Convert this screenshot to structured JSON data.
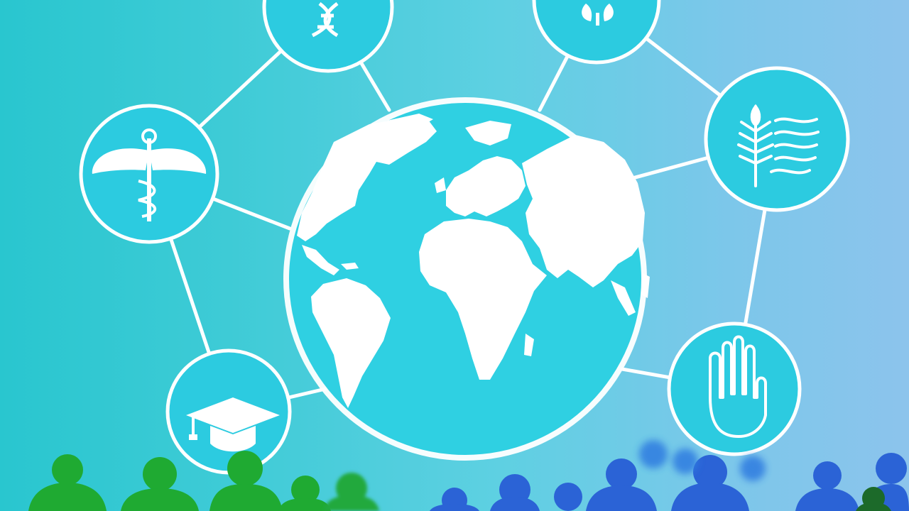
{
  "illustration": {
    "subject": "globe-network",
    "colors": {
      "background_left": "#29c6cf",
      "background_right": "#8cc4ec",
      "line": "#ffffff",
      "globe_ocean": "#2fd0e2",
      "land": "#ffffff",
      "node_fill": "#2ccbe0",
      "crowd_green": "#22b33a",
      "crowd_blue": "#2f6fd8"
    },
    "nodes": [
      {
        "name": "medicine",
        "icon": "caduceus-icon"
      },
      {
        "name": "biology",
        "icon": "dna-icon"
      },
      {
        "name": "environment",
        "icon": "leaf-icon"
      },
      {
        "name": "agriculture",
        "icon": "wheat-icon"
      },
      {
        "name": "rights",
        "icon": "raised-hand-icon"
      },
      {
        "name": "education",
        "icon": "graduation-cap-icon"
      }
    ]
  }
}
